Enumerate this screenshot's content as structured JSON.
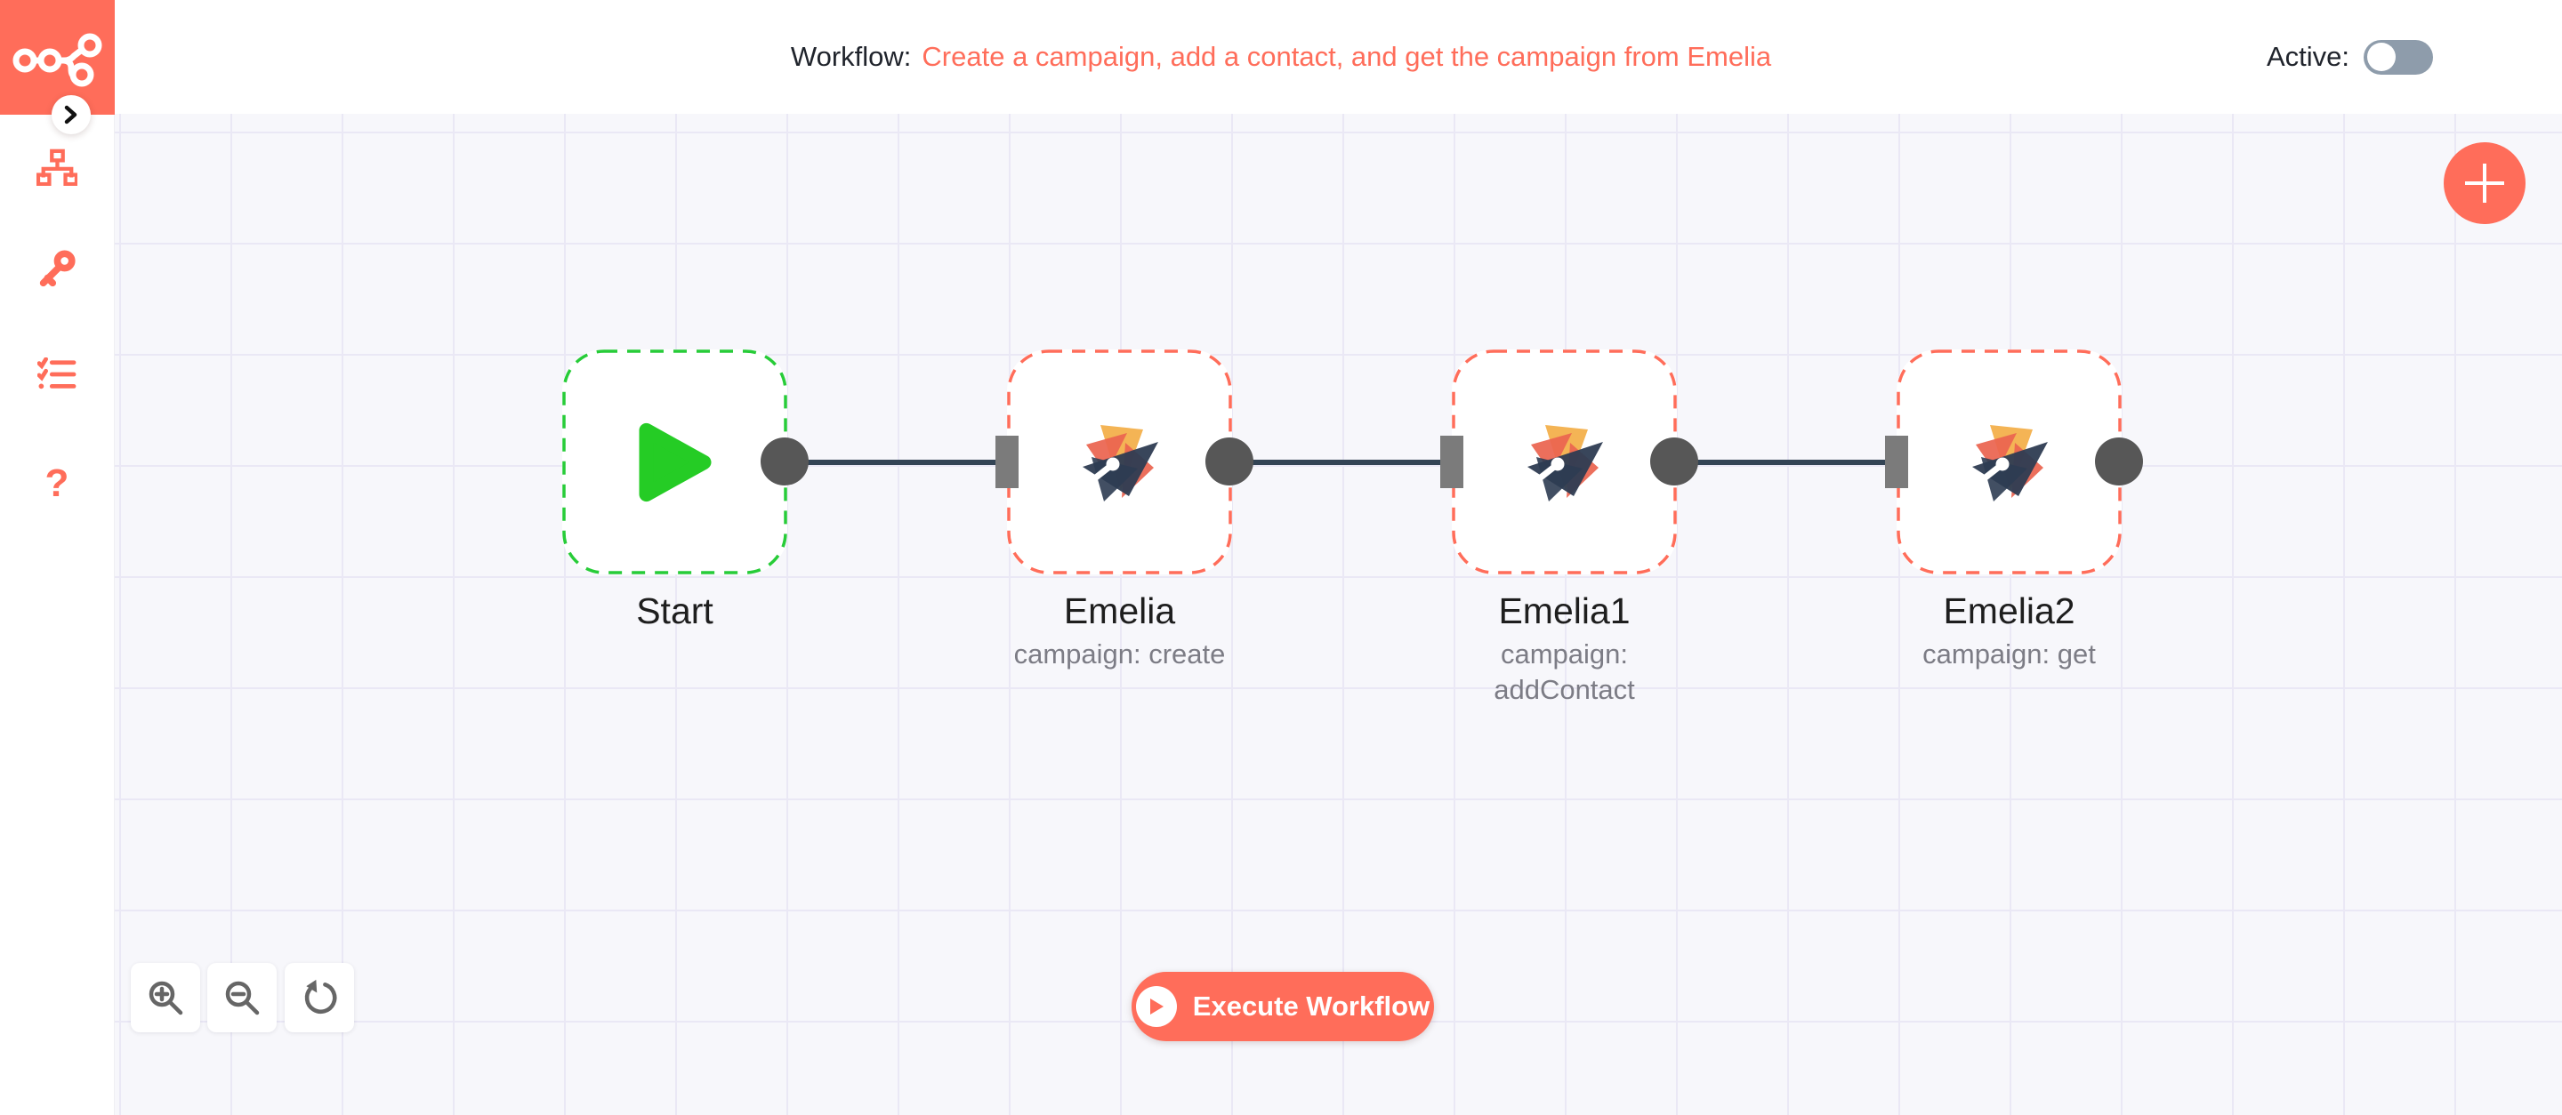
{
  "colors": {
    "accent": "#ff6d5a",
    "start_green": "#25cc25",
    "connection": "#334455",
    "endpoint_circle": "#575757",
    "endpoint_rect": "#7b7b7b",
    "toggle_off": "#8e9cab",
    "canvas_bg": "#f7f7fb"
  },
  "sidebar": {
    "logo": "n8n-logo",
    "items": [
      {
        "icon": "workflows-icon"
      },
      {
        "icon": "credentials-key-icon"
      },
      {
        "icon": "executions-list-icon"
      },
      {
        "icon": "help-icon"
      }
    ],
    "help_glyph": "?",
    "expand_chevron": "chevron-right"
  },
  "header": {
    "title_prefix": "Workflow:",
    "workflow_name": "Create a campaign, add a contact, and get the campaign from Emelia",
    "active_label": "Active:",
    "active_state": "off"
  },
  "canvas": {
    "nodes": [
      {
        "name": "Start",
        "type": "start-trigger",
        "subtitle": ""
      },
      {
        "name": "Emelia",
        "type": "emelia",
        "subtitle": "campaign: create"
      },
      {
        "name": "Emelia1",
        "type": "emelia",
        "subtitle": "campaign: addContact"
      },
      {
        "name": "Emelia2",
        "type": "emelia",
        "subtitle": "campaign: get"
      }
    ],
    "connections": [
      {
        "from": "Start",
        "to": "Emelia"
      },
      {
        "from": "Emelia",
        "to": "Emelia1"
      },
      {
        "from": "Emelia1",
        "to": "Emelia2"
      }
    ],
    "execute_button_label": "Execute Workflow"
  }
}
